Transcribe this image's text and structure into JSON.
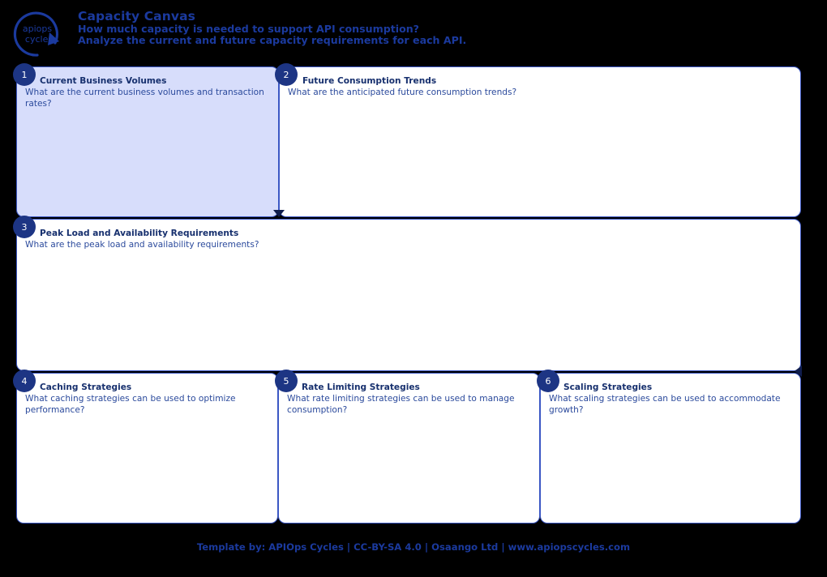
{
  "header": {
    "logo_alt": "APIOps Cycles",
    "logo_line1": "apiops",
    "logo_line2": "cycles",
    "title": "Capacity Canvas",
    "subtitle_1": "How much capacity is needed to support API consumption?",
    "subtitle_2": "Analyze the current and future capacity requirements for each API."
  },
  "boxes": [
    {
      "number": "1",
      "title": "Current Business Volumes",
      "question": "What are the current business volumes and transaction rates?",
      "filled": true
    },
    {
      "number": "2",
      "title": "Future Consumption Trends",
      "question": "What are the anticipated future consumption trends?",
      "filled": false
    },
    {
      "number": "3",
      "title": "Peak Load and Availability Requirements",
      "question": "What are the peak load and availability requirements?",
      "filled": false
    },
    {
      "number": "4",
      "title": "Caching Strategies",
      "question": "What caching strategies can be used to optimize performance?",
      "filled": false
    },
    {
      "number": "5",
      "title": "Rate Limiting Strategies",
      "question": "What rate limiting strategies can be used to manage consumption?",
      "filled": false
    },
    {
      "number": "6",
      "title": "Scaling Strategies",
      "question": "What scaling strategies can be used to accommodate growth?",
      "filled": false
    }
  ],
  "footer": {
    "text": "Template by: APIOps Cycles | CC-BY-SA 4.0 | Osaango Ltd | www.apiopscycles.com"
  },
  "colors": {
    "background": "#000000",
    "brand_blue": "#1b3a9e",
    "box_border": "#3b57c4",
    "box_fill_highlight": "#d7ddfb",
    "box_fill_default": "#ffffff",
    "badge_navy": "#1d3584",
    "title_navy": "#17306e",
    "question_blue": "#2b4a9c"
  }
}
